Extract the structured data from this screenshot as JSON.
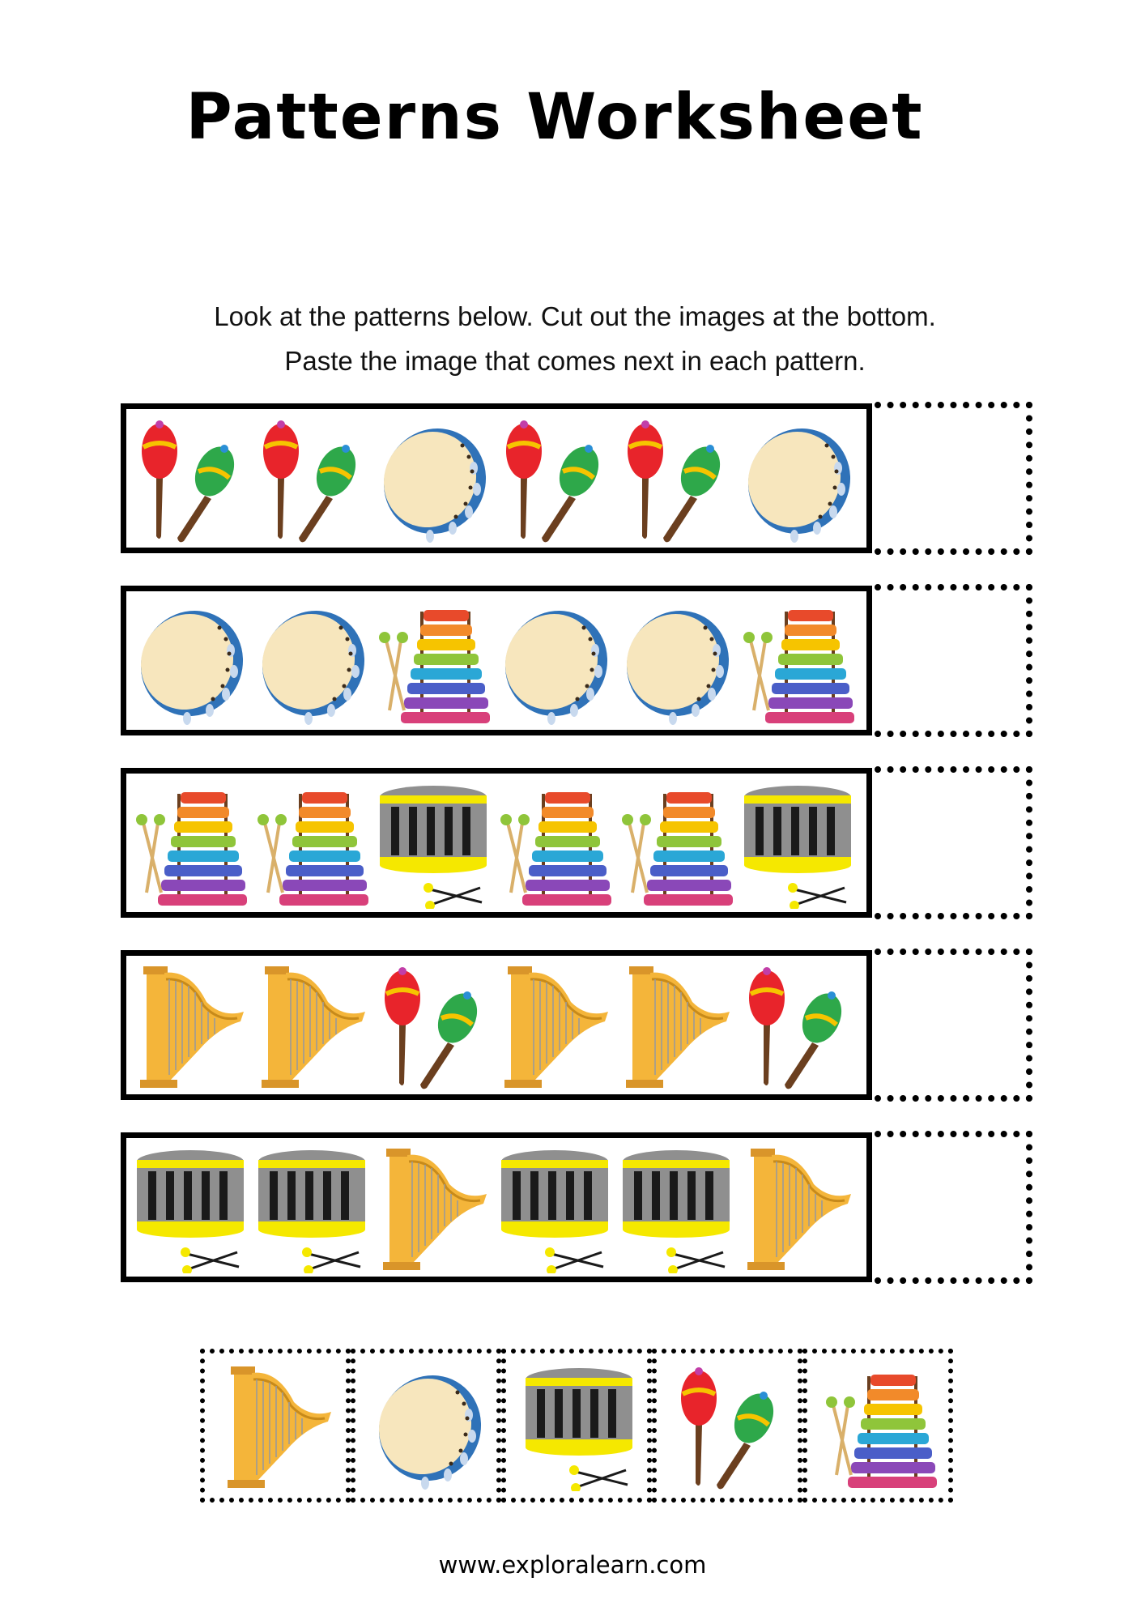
{
  "title": "Patterns Worksheet",
  "instructions": [
    "Look at the patterns below. Cut out the images at the bottom.",
    "Paste the image that comes next in each pattern."
  ],
  "rows": [
    [
      "maracas-icon",
      "maracas-icon",
      "tambourine-icon",
      "maracas-icon",
      "maracas-icon",
      "tambourine-icon"
    ],
    [
      "tambourine-icon",
      "tambourine-icon",
      "xylophone-icon",
      "tambourine-icon",
      "tambourine-icon",
      "xylophone-icon"
    ],
    [
      "xylophone-icon",
      "xylophone-icon",
      "drum-icon",
      "xylophone-icon",
      "xylophone-icon",
      "drum-icon"
    ],
    [
      "harp-icon",
      "harp-icon",
      "maracas-icon",
      "harp-icon",
      "harp-icon",
      "maracas-icon"
    ],
    [
      "drum-icon",
      "drum-icon",
      "harp-icon",
      "drum-icon",
      "drum-icon",
      "harp-icon"
    ]
  ],
  "cutouts": [
    "harp-icon",
    "tambourine-icon",
    "drum-icon",
    "maracas-icon",
    "xylophone-icon"
  ],
  "footer": "www.exploralearn.com"
}
